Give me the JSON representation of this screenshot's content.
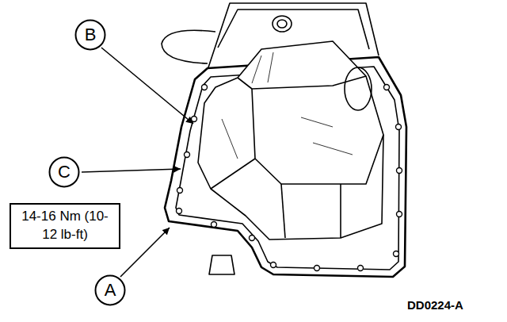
{
  "diagram": {
    "nodes": [
      {
        "text": [
          "B"
        ]
      },
      {
        "text": [
          "C"
        ]
      },
      {
        "text": [
          "14-16 Nm (10-12 lb-ft)"
        ]
      },
      {
        "text": [
          "A"
        ]
      }
    ],
    "labels": [
      "DD0224-A"
    ]
  }
}
